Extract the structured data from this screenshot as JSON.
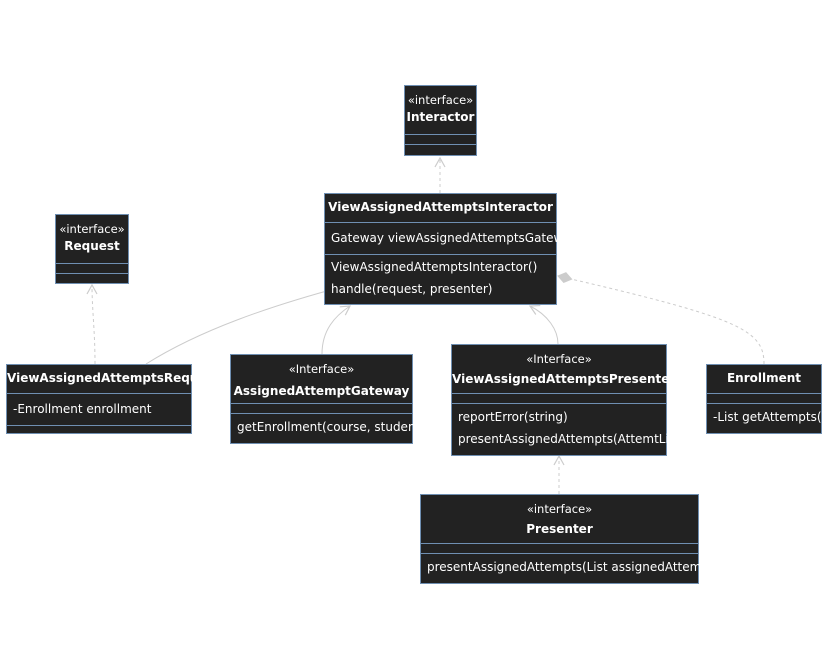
{
  "colors": {
    "background": "#ffffff",
    "box_fill": "#222222",
    "box_border": "#6f8fb2",
    "text": "#ffffff",
    "edge": "#cccccc"
  },
  "classes": {
    "interactor": {
      "stereotype": "«interface»",
      "name": "Interactor",
      "attributes": [],
      "methods": []
    },
    "view_interactor": {
      "name": "ViewAssignedAttemptsInteractor",
      "attributes": [
        "Gateway viewAssignedAttemptsGateway"
      ],
      "methods": [
        "ViewAssignedAttemptsInteractor()",
        "handle(request, presenter)"
      ]
    },
    "request": {
      "stereotype": "«interface»",
      "name": "Request",
      "attributes": [],
      "methods": []
    },
    "view_request": {
      "name": "ViewAssignedAttemptsRequest",
      "attributes": [
        "-Enrollment enrollment"
      ],
      "methods": []
    },
    "gateway": {
      "stereotype": "«Interface»",
      "name": "AssignedAttemptGateway",
      "attributes": [],
      "methods": [
        "getEnrollment(course, student)"
      ]
    },
    "view_presenter": {
      "stereotype": "«Interface»",
      "name": "ViewAssignedAttemptsPresenter",
      "attributes": [],
      "methods": [
        "reportError(string)",
        "presentAssignedAttempts(AttemtList)"
      ]
    },
    "enrollment": {
      "name": "Enrollment",
      "attributes": [],
      "methods": [
        "-List getAttempts()"
      ]
    },
    "presenter": {
      "stereotype": "«interface»",
      "name": "Presenter",
      "attributes": [],
      "methods": [
        "presentAssignedAttempts(List assignedAttempts)"
      ]
    }
  },
  "relations": [
    {
      "from": "view_interactor",
      "to": "interactor",
      "kind": "realization"
    },
    {
      "from": "view_request",
      "to": "request",
      "kind": "realization"
    },
    {
      "from": "view_request",
      "to": "view_interactor",
      "kind": "association"
    },
    {
      "from": "gateway",
      "to": "view_interactor",
      "kind": "association"
    },
    {
      "from": "view_presenter",
      "to": "view_interactor",
      "kind": "association"
    },
    {
      "from": "enrollment",
      "to": "view_interactor",
      "kind": "composition"
    },
    {
      "from": "presenter",
      "to": "view_presenter",
      "kind": "realization"
    }
  ]
}
